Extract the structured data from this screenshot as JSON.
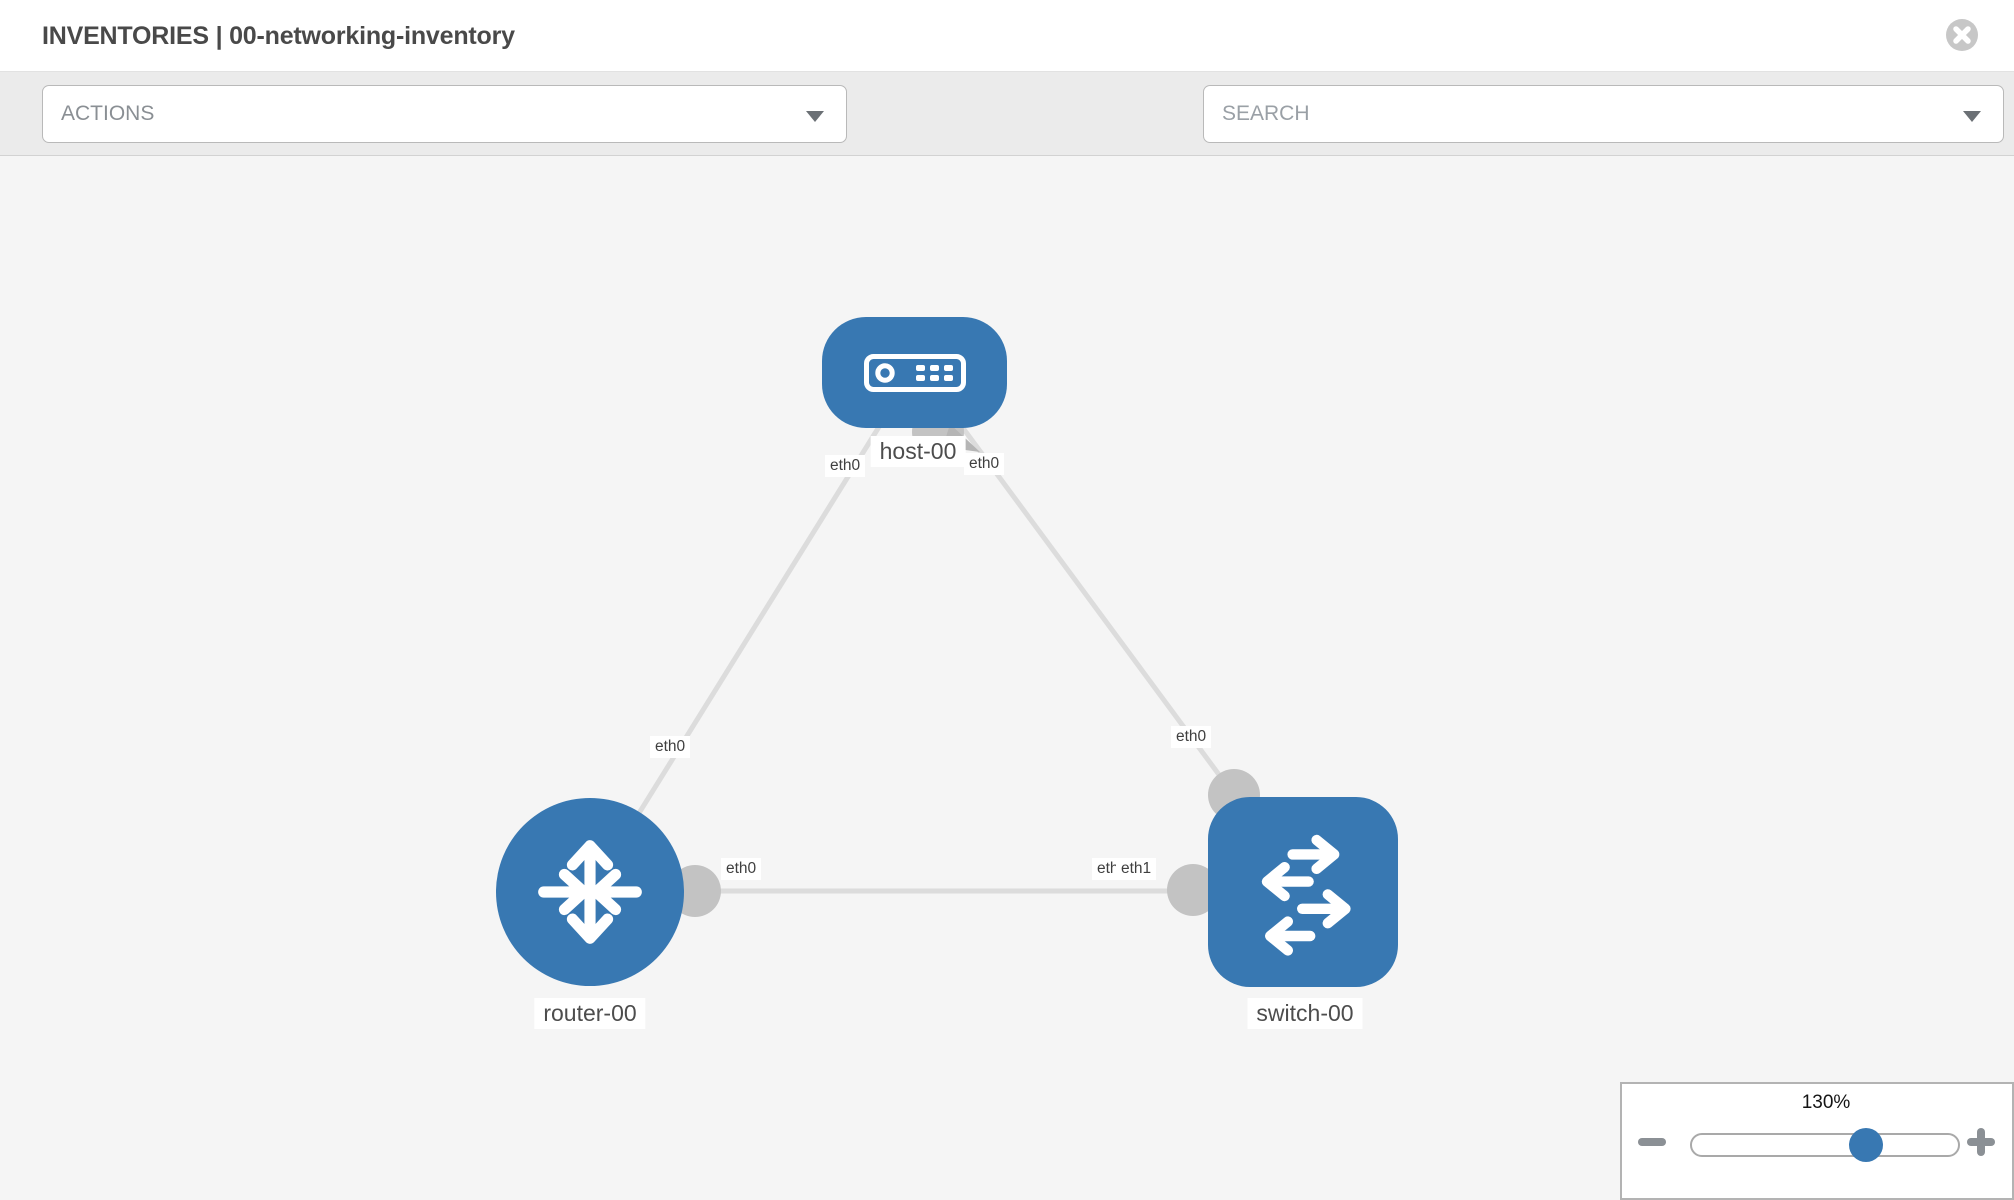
{
  "header": {
    "title": "INVENTORIES | 00-networking-inventory",
    "close_icon": "circle-x"
  },
  "toolbar": {
    "actions_label": "ACTIONS",
    "search_placeholder": "SEARCH",
    "icons": [
      "wrench",
      "key"
    ],
    "caret_icon": "caret-down"
  },
  "topology": {
    "nodes": [
      {
        "id": "host-00",
        "label": "host-00",
        "type": "host",
        "icon": "server"
      },
      {
        "id": "router-00",
        "label": "router-00",
        "type": "router",
        "icon": "arrows-cross"
      },
      {
        "id": "switch-00",
        "label": "switch-00",
        "type": "switch",
        "icon": "exchange-arrows"
      }
    ],
    "links": [
      {
        "from": "router-00",
        "to": "host-00",
        "from_label": "eth0",
        "to_label": "eth0"
      },
      {
        "from": "switch-00",
        "to": "host-00",
        "from_label": "eth0",
        "to_label": "eth0"
      },
      {
        "from": "router-00",
        "to": "switch-00",
        "from_label": "eth0",
        "to_label_front": "eth1",
        "to_label_back": "eth0"
      }
    ],
    "colors": {
      "node_blue": "#3878b2",
      "link_gray": "#dcdcdc",
      "interface_gray": "#c3c3c3",
      "canvas_bg": "#f5f5f5"
    }
  },
  "zoom_panel": {
    "level": "130%",
    "minus_icon": "minus",
    "plus_icon": "plus"
  }
}
